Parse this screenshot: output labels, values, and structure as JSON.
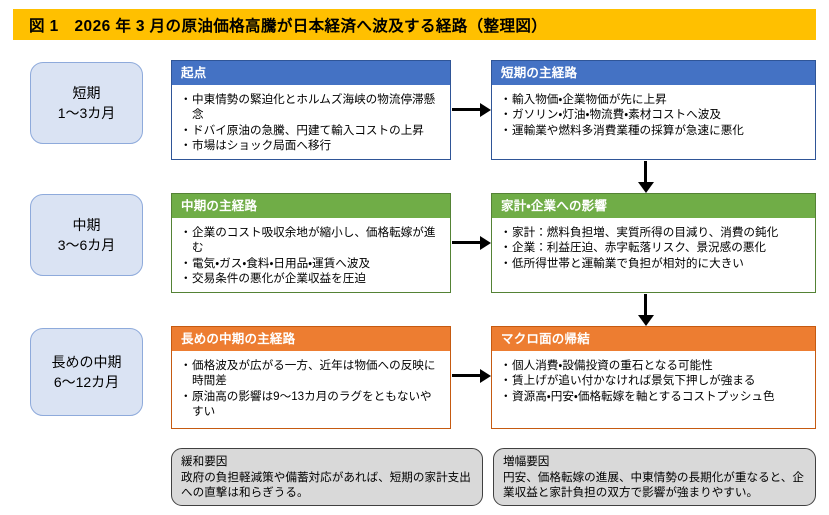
{
  "figure": {
    "title": "図 1　2026 年 3 月の原油価格高騰が日本経済へ波及する経路（整理図）",
    "title_band_color": "#FFC000"
  },
  "stages": [
    {
      "name": "短期",
      "period": "1～3カ月"
    },
    {
      "name": "中期",
      "period": "3～6カ月"
    },
    {
      "name": "長めの中期",
      "period": "6～12カ月"
    }
  ],
  "boxes": {
    "origin": {
      "header": "起点",
      "accent": "#4472C4",
      "bullets": [
        "中東情勢の緊迫化とホルムズ海峡の物流停滞懸念",
        "ドバイ原油の急騰、円建て輸入コストの上昇",
        "市場はショック局面へ移行"
      ]
    },
    "short_term_path": {
      "header": "短期の主経路",
      "accent": "#4472C4",
      "bullets": [
        "輸入物価・企業物価が先に上昇",
        "ガソリン・灯油・物流費・素材コストへ波及",
        "運輸業や燃料多消費業種の採算が急速に悪化"
      ]
    },
    "mid_term_path": {
      "header": "中期の主経路",
      "accent": "#70AD47",
      "bullets": [
        "企業のコスト吸収余地が縮小し、価格転嫁が進む",
        "電気・ガス・食料・日用品・運賃へ波及",
        "交易条件の悪化が企業収益を圧迫"
      ]
    },
    "household_firm_impact": {
      "header": "家計・企業への影響",
      "accent": "#70AD47",
      "bullets": [
        "家計：燃料負担増、実質所得の目減り、消費の鈍化",
        "企業：利益圧迫、赤字転落リスク、景況感の悪化",
        "低所得世帯と運輸業で負担が相対的に大きい"
      ]
    },
    "long_mid_term_path": {
      "header": "長めの中期の主経路",
      "accent": "#ED7D31",
      "bullets": [
        "価格波及が広がる一方、近年は物価への反映に時間差",
        "原油高の影響は9～13カ月のラグをともないやすい"
      ]
    },
    "macro_outcome": {
      "header": "マクロ面の帰結",
      "accent": "#ED7D31",
      "bullets": [
        "個人消費・設備投資の重石となる可能性",
        "賃上げが追い付かなければ景気下押しが強まる",
        "資源高・円安・価格転嫁を軸とするコストプッシュ色"
      ]
    }
  },
  "notes": {
    "mitigating": {
      "title": "緩和要因",
      "text": "政府の負担軽減策や備蓄対応があれば、短期の家計支出への直撃は和らぎうる。"
    },
    "amplifying": {
      "title": "増幅要因",
      "text": "円安、価格転嫁の進展、中東情勢の長期化が重なると、企業収益と家計負担の双方で影響が強まりやすい。"
    }
  }
}
